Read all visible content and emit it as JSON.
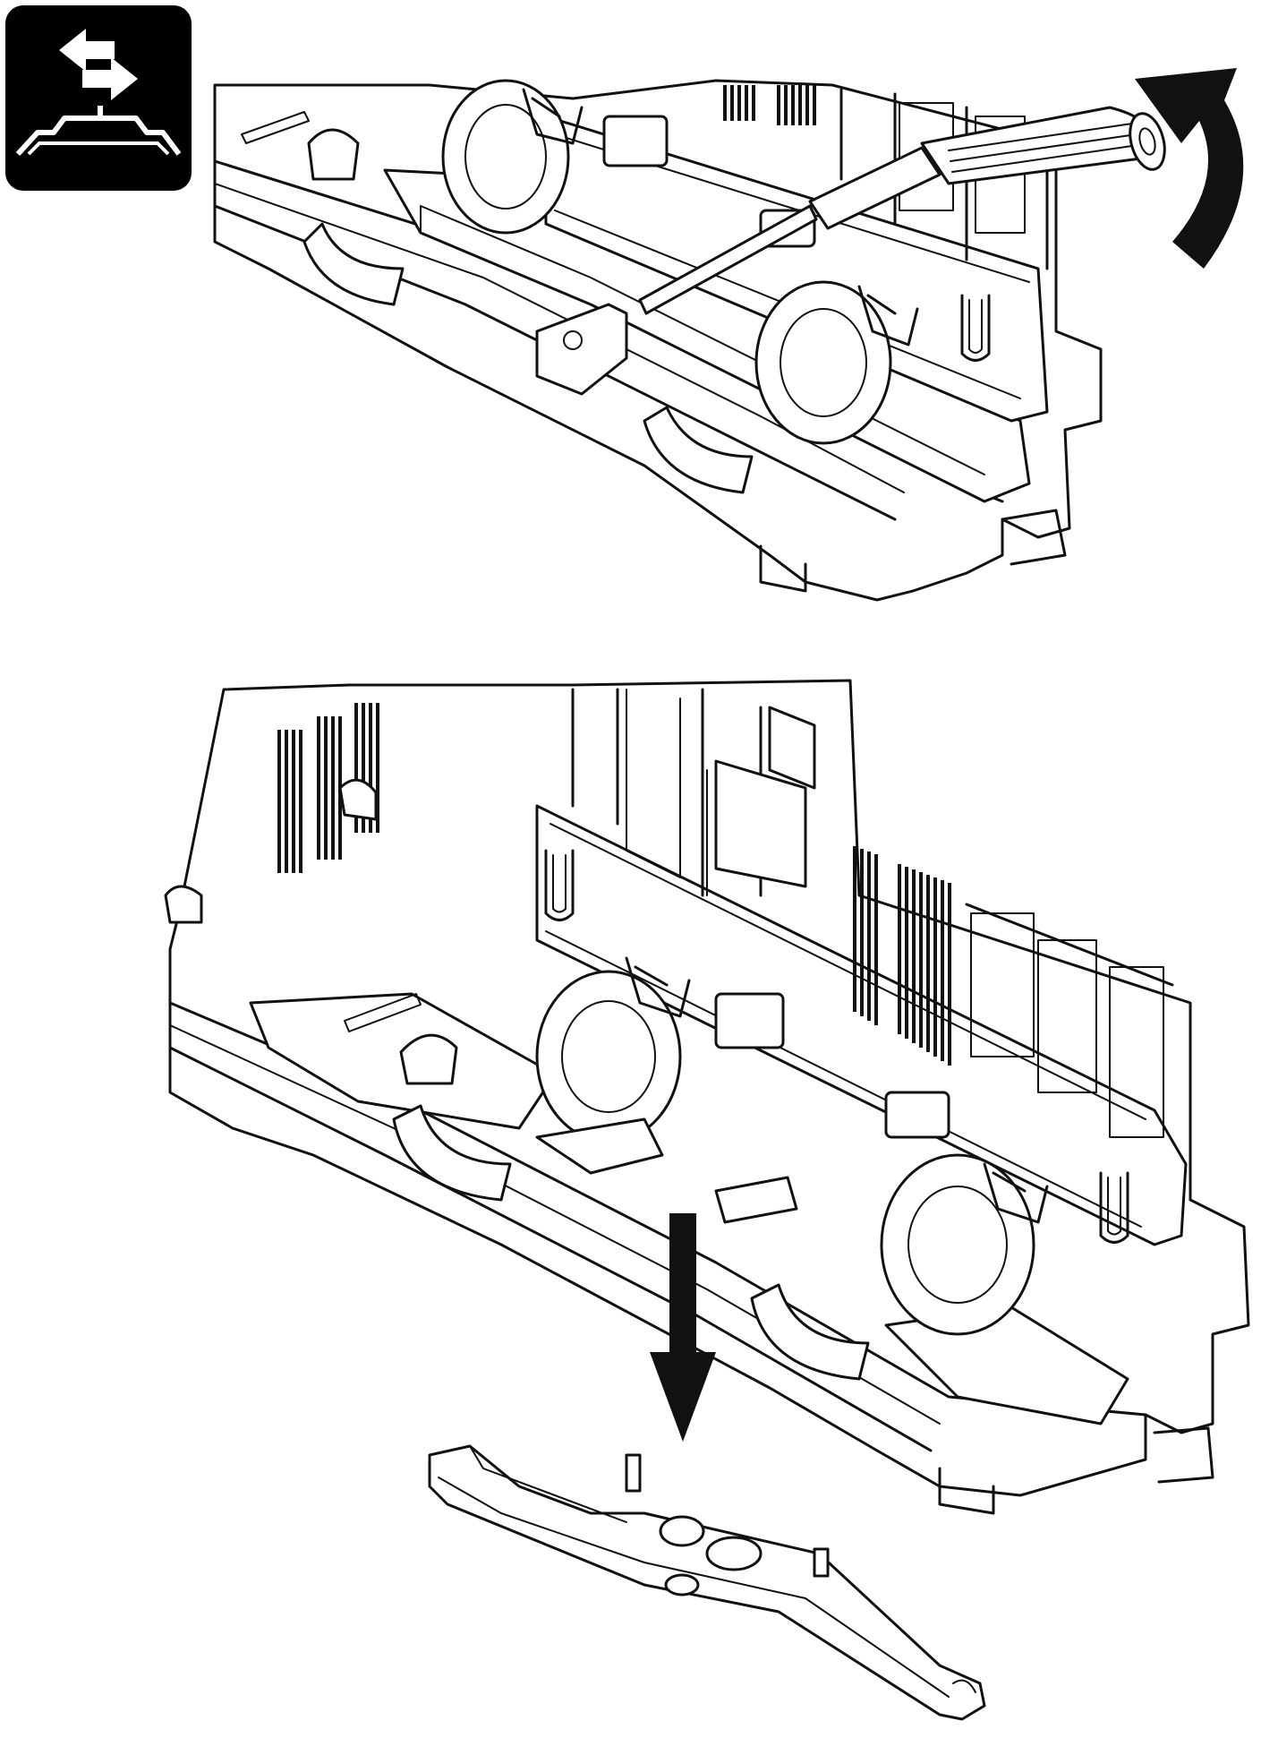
{
  "manual": {
    "step_icon": "coupling-swap-icon",
    "colors": {
      "line": "#111111",
      "background": "#ffffff",
      "icon_background": "#000000",
      "icon_foreground": "#ffffff"
    },
    "panels": [
      {
        "name": "pry-off-coupler-shaft",
        "tool": "screwdriver-icon",
        "motion": "curved-arrow-icon"
      },
      {
        "name": "remove-coupler-shaft",
        "part": "coupler-shaft",
        "motion": "down-arrow-icon"
      }
    ]
  }
}
